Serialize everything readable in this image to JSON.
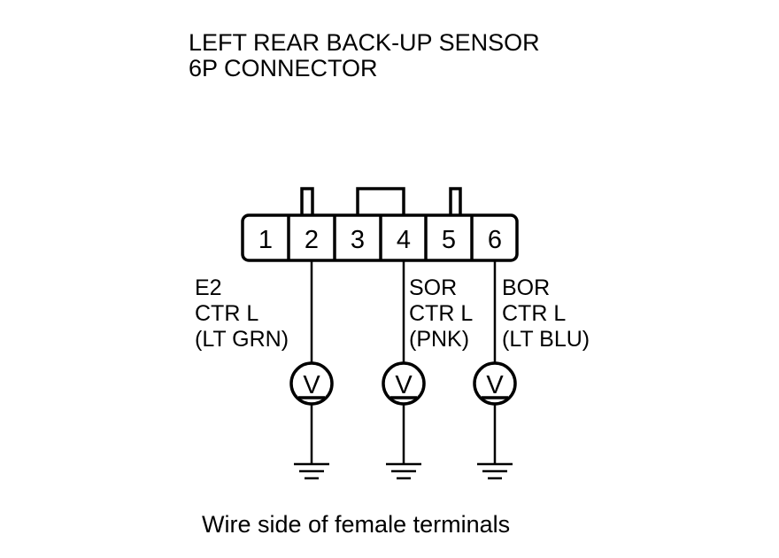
{
  "title": {
    "line1": "LEFT REAR BACK-UP SENSOR",
    "line2": "6P CONNECTOR"
  },
  "connector": {
    "pins": [
      "1",
      "2",
      "3",
      "4",
      "5",
      "6"
    ]
  },
  "wires": [
    {
      "line1": "E2",
      "line2": "CTR L",
      "line3": "(LT GRN)"
    },
    {
      "line1": "SOR",
      "line2": "CTR L",
      "line3": "(PNK)"
    },
    {
      "line1": "BOR",
      "line2": "CTR L",
      "line3": "(LT BLU)"
    }
  ],
  "meters": [
    {
      "symbol": "V"
    },
    {
      "symbol": "V"
    },
    {
      "symbol": "V"
    }
  ],
  "caption": "Wire side of female terminals"
}
